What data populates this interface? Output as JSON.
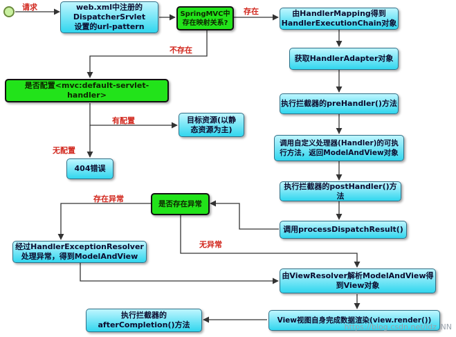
{
  "nodes": {
    "webxml": "web.xml中注册的\nDispatcherSrvlet\n设置的url-pattern",
    "mapping_exists": "SpringMVC中\n存在映射关系?",
    "get_chain": "由HandlerMapping得到\nHandlerExecutionChain对象",
    "get_adapter": "获取HandlerAdapter对象",
    "default_servlet": "是否配置<mvc:default-servlet-handler>",
    "pre_handler": "执行拦截器的preHandler()方法",
    "target_resource": "目标资源(以静\n态资源为主)",
    "invoke_handler": "调用自定义处理器(Handler)的可执\n行方法，返回ModelAndView对象",
    "error404": "404错误",
    "post_handler": "执行拦截器的postHandler()方法",
    "exception_exists": "是否存在异常",
    "process_dispatch": "调用processDispatchResult()",
    "exception_resolver": "经过HandlerExceptionResolver\n处理异常，得到ModelAndView",
    "view_resolver": "由ViewResolver解析ModelAndView得\n到View对象",
    "after_completion": "执行拦截器的\nafterCompletion()方法",
    "view_render": "View视图自身完成数据渲染(view.render())"
  },
  "labels": {
    "request": "请求",
    "exists": "存在",
    "not_exists": "不存在",
    "configured": "有配置",
    "not_configured": "无配置",
    "has_exception": "存在异常",
    "no_exception": "无异常"
  },
  "watermark": "https://blog.csdn.net/ldz_NN",
  "colors": {
    "process_fill": "#31d6ee",
    "decision_fill": "#22e31a",
    "edge_label": "#d1261c",
    "edge": "#333333"
  }
}
